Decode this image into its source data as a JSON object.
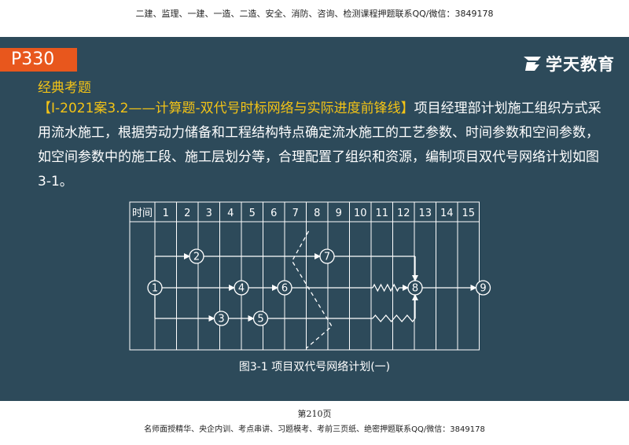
{
  "top_banner": "二建、监理、一建、一造、二造、安全、消防、咨询、检测课程押题联系QQ/微信：3849178",
  "slide": {
    "page_tag": "P330",
    "logo_text": "学天教育",
    "section_title": "经典考题",
    "bracket_text": "【Ⅰ-2021案3.2——计算题-双代号时标网络与实际进度前锋线】",
    "body_text": "项目经理部计划施工组织方式采用流水施工，根据劳动力储备和工程结构特点确定流水施工的工艺参数、时间参数和空间参数，如空间参数中的施工段、施工层划分等，合理配置了组织和资源，编制项目双代号网络计划如图3-1。",
    "figure": {
      "header_label": "时间",
      "time_labels": [
        "1",
        "2",
        "3",
        "4",
        "5",
        "6",
        "7",
        "8",
        "9",
        "10",
        "11",
        "12",
        "13",
        "14",
        "15"
      ],
      "nodes": [
        "1",
        "2",
        "3",
        "4",
        "5",
        "6",
        "7",
        "8",
        "9"
      ]
    },
    "caption": "图3-1 项目双代号网络计划(一)"
  },
  "footer": {
    "page_num": "第210页",
    "bottom_banner": "名师面授精华、央企内训、考点串讲、习题模考、考前三页纸、绝密押题联系QQ/微信：3849178"
  },
  "colors": {
    "slide_bg": "#2d4a5a",
    "accent_orange": "#e8571d",
    "title_yellow": "#f3c316"
  }
}
